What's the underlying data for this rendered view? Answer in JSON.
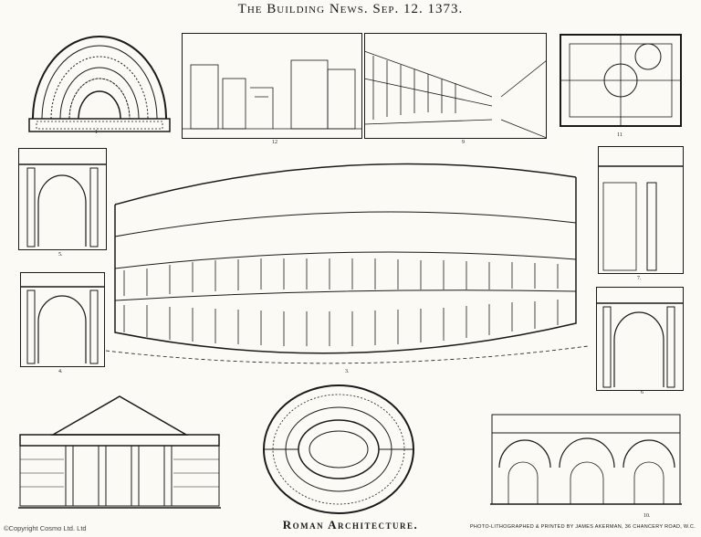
{
  "header": {
    "title": "The Building News. Sep. 12. 1373."
  },
  "footer": {
    "title": "Roman Architecture.",
    "copyright": "©Copyright Cosmo Ltd. Ltd",
    "printer": "PHOTO-LITHOGRAPHED & PRINTED BY JAMES AKERMAN, 36 CHANCERY ROAD, W.C."
  },
  "figures": {
    "f1": "1",
    "f2": "12",
    "f3": "9",
    "f4": "11",
    "f5": "5.",
    "f6": "4.",
    "f7": "3.",
    "f8": "7.",
    "f9": "6",
    "f10": "10."
  },
  "colors": {
    "paper": "#fbfaf5",
    "ink": "#1a1a1a"
  }
}
